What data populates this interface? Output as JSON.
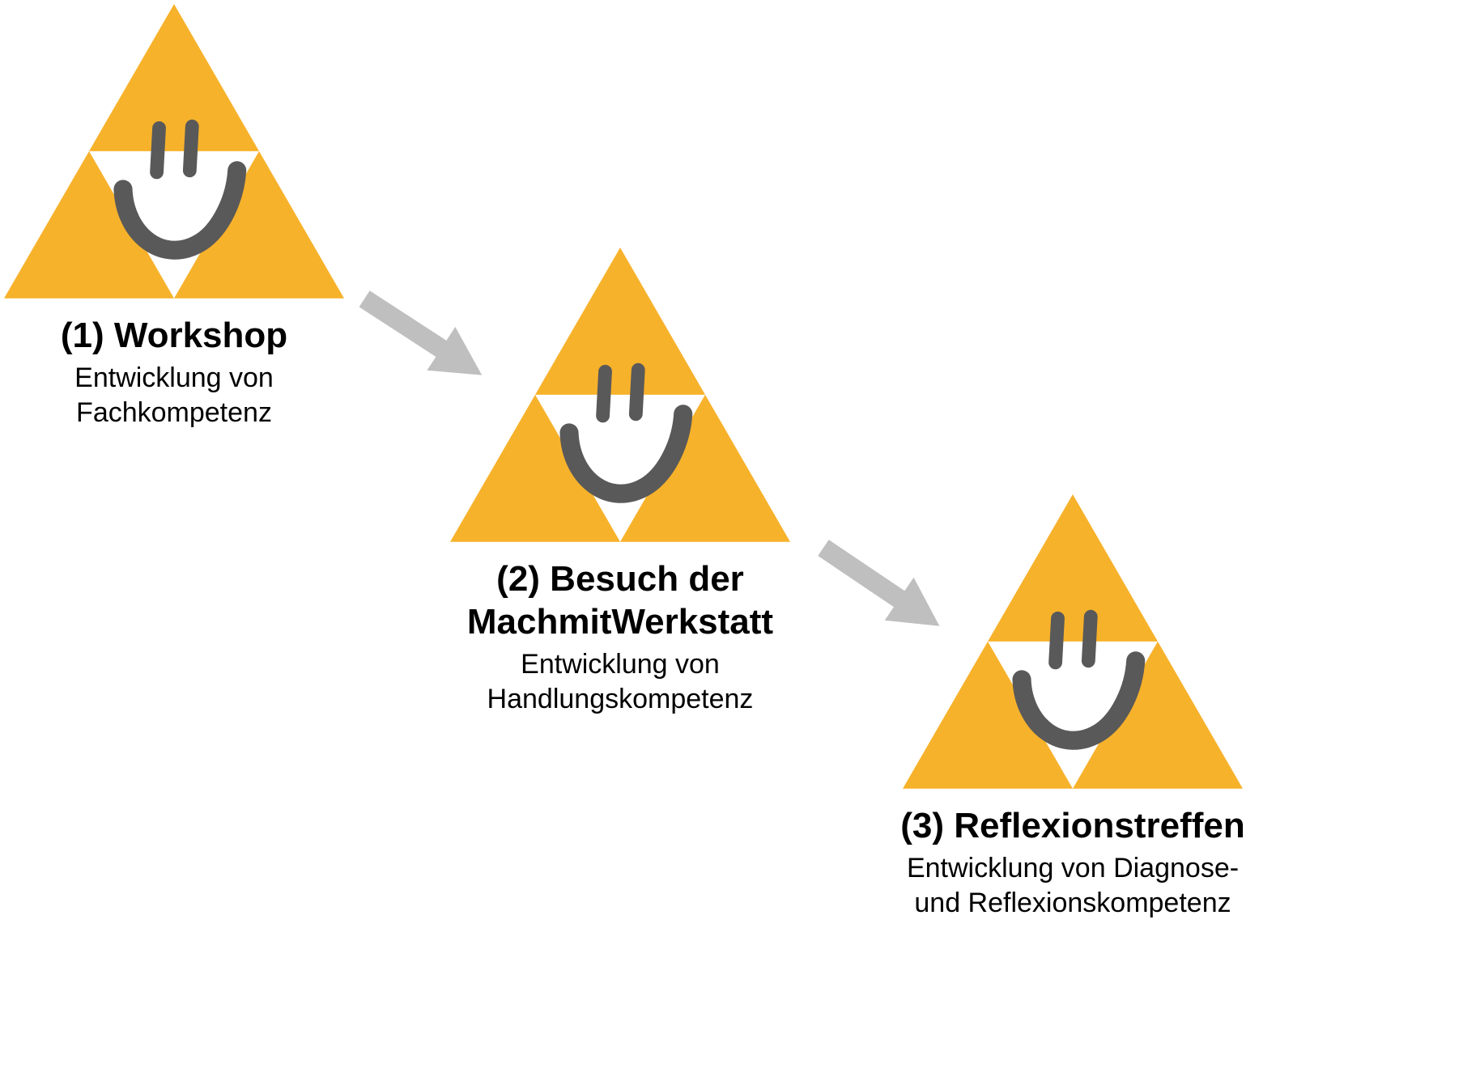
{
  "diagram": {
    "background_color": "#FFFFFF",
    "text_color": "#000000",
    "logo": {
      "icon": "smiley-triangle-logo-icon",
      "triangle_color": "#F7B22B",
      "face_color": "#595959"
    },
    "arrows": {
      "color": "#BFBFBF",
      "items": [
        {
          "from": "(1) Workshop",
          "to": "(2) Besuch der MachmitWerkstatt"
        },
        {
          "from": "(2) Besuch der MachmitWerkstatt",
          "to": "(3) Reflexionstreffen"
        }
      ]
    },
    "steps": [
      {
        "title": "(1) Workshop",
        "subtitle": "Entwicklung von Fachkompetenz"
      },
      {
        "title": "(2) Besuch der MachmitWerkstatt",
        "subtitle": "Entwicklung von Handlungskompetenz"
      },
      {
        "title": "(3) Reflexionstreffen",
        "subtitle": "Entwicklung von Diagnose- und Reflexionskompetenz"
      }
    ]
  }
}
